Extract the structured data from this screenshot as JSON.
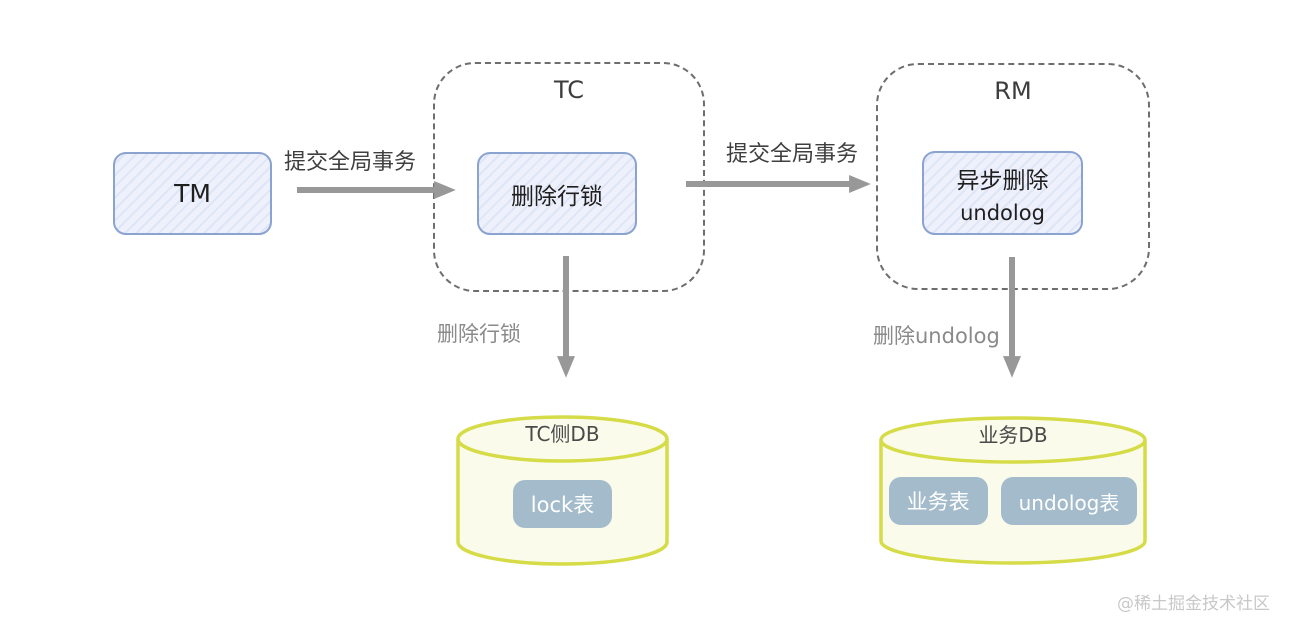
{
  "diagram_title": "seata-async-commit-flow",
  "nodes": {
    "tm": {
      "label": "TM"
    },
    "tc_action": {
      "label": "删除行锁"
    },
    "rm_action": {
      "line1": "异步删除",
      "line2": "undolog"
    }
  },
  "containers": {
    "tc": {
      "title": "TC"
    },
    "rm": {
      "title": "RM"
    }
  },
  "flows": {
    "tm_to_tc": {
      "label": "提交全局事务"
    },
    "tc_to_rm": {
      "label": "提交全局事务"
    },
    "tc_to_db": {
      "label": "删除行锁"
    },
    "rm_to_db": {
      "label": "删除undolog"
    }
  },
  "databases": {
    "tc_db": {
      "title": "TC侧DB",
      "tables": [
        "lock表"
      ]
    },
    "biz_db": {
      "title": "业务DB",
      "tables": [
        "业务表",
        "undolog表"
      ]
    }
  },
  "watermark": {
    "text": "@稀土掘金技术社区"
  },
  "colors": {
    "node_border": "#8ba3d0",
    "node_fill": "#eef1fb",
    "node_hatch": "#dde5f6",
    "group_border": "#6e6e6e",
    "arrow": "#989898",
    "flow_label": "#3f3f3f",
    "side_label": "#8a8a8a",
    "cylinder_border": "#d6dc48",
    "cylinder_fill": "#fbfbec",
    "table_chip": "#a3bbca",
    "chip_text": "#ffffff",
    "watermark": "#c8c8c8"
  }
}
